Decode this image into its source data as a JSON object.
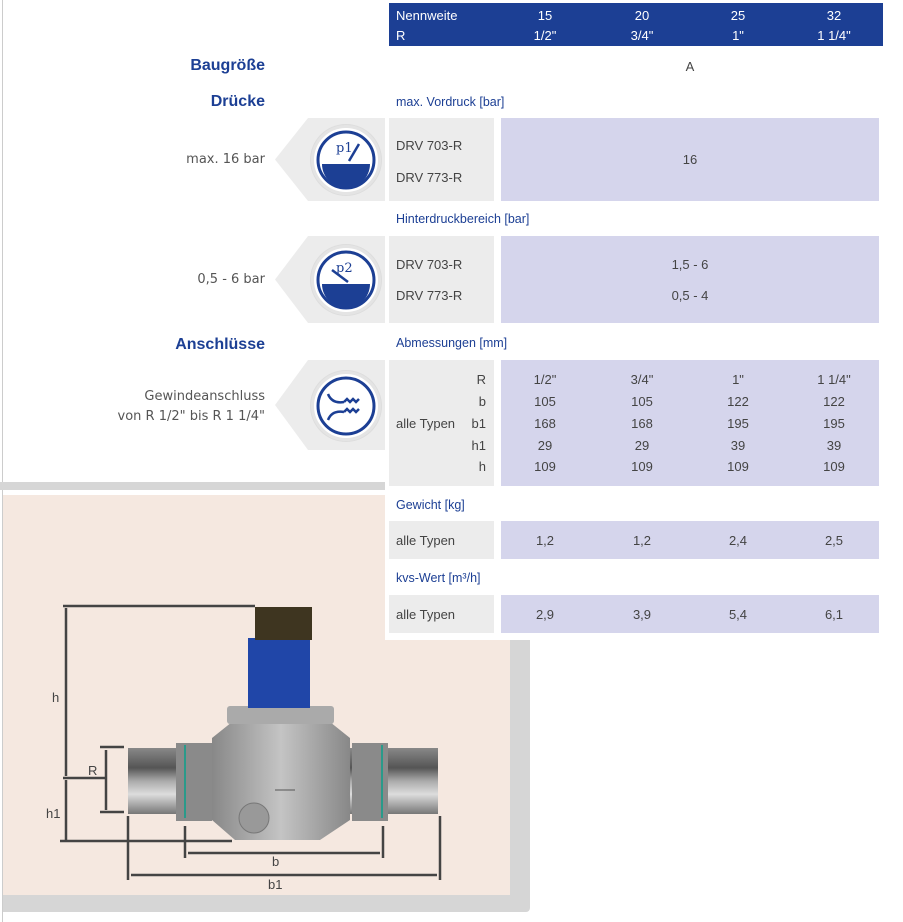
{
  "header": {
    "row1": {
      "label": "Nennweite",
      "values": [
        "15",
        "20",
        "25",
        "32"
      ]
    },
    "row2": {
      "label": "R",
      "values": [
        "1/2\"",
        "3/4\"",
        "1\"",
        "1 1/4\""
      ]
    }
  },
  "baugroesse": {
    "title": "Baugröße",
    "value": "A"
  },
  "druecke": {
    "title": "Drücke",
    "vordruck": {
      "caption": "max. Vordruck [bar]",
      "note": "max. 16 bar",
      "icon": "p1-gauge-icon",
      "icon_text": "p1",
      "types": [
        "DRV 703-R",
        "DRV 773-R"
      ],
      "value": "16"
    },
    "hinterdruck": {
      "caption": "Hinterdruckbereich [bar]",
      "note": "0,5 - 6 bar",
      "icon": "p2-gauge-icon",
      "icon_text": "p2",
      "types": [
        "DRV 703-R",
        "DRV 773-R"
      ],
      "values": [
        "1,5 - 6",
        "0,5 - 4"
      ]
    }
  },
  "anschluesse": {
    "title": "Anschlüsse",
    "note_line1": "Gewindeanschluss",
    "note_line2": "von R 1/2\" bis R 1 1/4\"",
    "icon": "thread-connection-icon"
  },
  "abmessungen": {
    "caption": "Abmessungen [mm]",
    "type": "alle Typen",
    "rows": [
      {
        "k": "R",
        "v": [
          "1/2\"",
          "3/4\"",
          "1\"",
          "1 1/4\""
        ]
      },
      {
        "k": "b",
        "v": [
          "105",
          "105",
          "122",
          "122"
        ]
      },
      {
        "k": "b1",
        "v": [
          "168",
          "168",
          "195",
          "195"
        ]
      },
      {
        "k": "h1",
        "v": [
          "29",
          "29",
          "39",
          "39"
        ]
      },
      {
        "k": "h",
        "v": [
          "109",
          "109",
          "109",
          "109"
        ]
      }
    ]
  },
  "gewicht": {
    "caption": "Gewicht [kg]",
    "type": "alle Typen",
    "values": [
      "1,2",
      "1,2",
      "2,4",
      "2,5"
    ]
  },
  "kvs": {
    "caption": "kvs-Wert [m³/h]",
    "type": "alle Typen",
    "values": [
      "2,9",
      "3,9",
      "5,4",
      "6,1"
    ]
  },
  "diagram": {
    "labels": {
      "h": "h",
      "R": "R",
      "h1": "h1",
      "b": "b",
      "b1": "b1"
    }
  },
  "colors": {
    "brand": "#1c3f94",
    "cell": "#d5d5ec",
    "label_cell": "#ececec",
    "panel": "#f5e8e0"
  }
}
